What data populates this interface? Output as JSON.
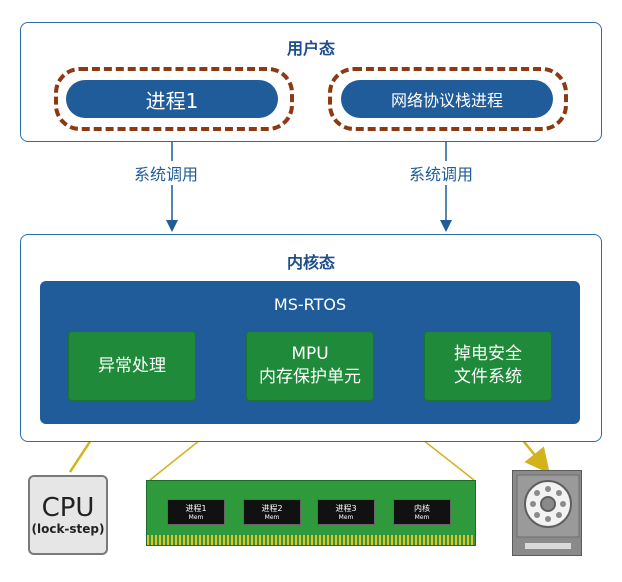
{
  "user_zone": {
    "title": "用户态",
    "process1": "进程1",
    "network_process": "网络协议栈进程"
  },
  "syscall_left": "系统调用",
  "syscall_right": "系统调用",
  "kernel_zone": {
    "title": "内核态",
    "rtos_title": "MS-RTOS",
    "exception": "异常处理",
    "mpu_line1": "MPU",
    "mpu_line2": "内存保护单元",
    "fs_line1": "掉电安全",
    "fs_line2": "文件系统"
  },
  "cpu": {
    "label": "CPU",
    "sublabel": "(lock-step)"
  },
  "memory_chips": [
    {
      "name": "进程1",
      "sub": "Mem"
    },
    {
      "name": "进程2",
      "sub": "Mem"
    },
    {
      "name": "进程3",
      "sub": "Mem"
    },
    {
      "name": "内核",
      "sub": "Mem"
    }
  ],
  "colors": {
    "blue": "#1f5c99",
    "green": "#1f8a3a",
    "dashed_brown": "#8b3a12",
    "arrow_gold": "#d4b21c"
  }
}
